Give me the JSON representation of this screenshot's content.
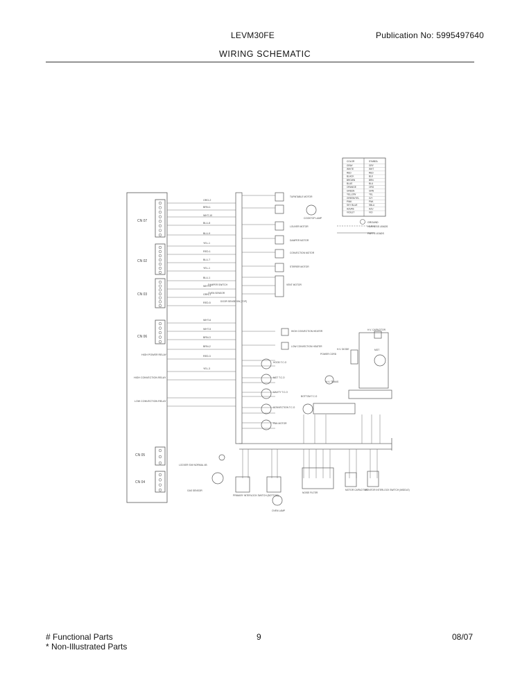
{
  "header": {
    "model": "LEVM30FE",
    "publication": "Publication No:  5995497640",
    "title": "WIRING SCHEMATIC"
  },
  "footer": {
    "functional_parts": "# Functional Parts",
    "non_illustrated": "* Non-Illustrated Parts",
    "page_number": "9",
    "date": "08/07"
  },
  "schematic": {
    "connectors": [
      "CN 07",
      "CN 02",
      "CN 03",
      "CN 06",
      "CN 05",
      "CN 04"
    ],
    "relays": [
      "HIGH POWER RELAY",
      "HIGH CONVECTION RELAY",
      "LOW CONVECTION RELAY"
    ],
    "components": [
      "TURNTABLE MOTOR",
      "COOKTOP LAMP",
      "LOUVER MOTOR",
      "DAMPER MOTOR",
      "CONVECTION MOTOR",
      "STIRRER MOTOR",
      "VENT MOTOR",
      "DAMPER SWITCH",
      "OVEN SENSOR",
      "DOOR SENSE SW (TOP)",
      "HIGH CONVECTION HEATER",
      "LOW CONVECTION HEATER",
      "HOOD T.C.O",
      "MGT T.C.O",
      "CAVITY T.C.O",
      "CONVECTION T.C.O",
      "FAN MOTOR",
      "POWER CORD",
      "H.V. CAPACITOR",
      "H.V. DIODE",
      "MGT",
      "H.V. TRANS",
      "BOTTOM T.C.O",
      "LOCKER S/W NORMAL 4B",
      "GAS SENSOR",
      "PRIMARY INTERLOCK SWITCH (BOTTOM)",
      "OVEN LAMP",
      "NOISE FILTER",
      "MOTOR CAPACITOR",
      "MONITOR INTERLOCK SWITCH (MIDDLE)"
    ],
    "wires": [
      "ORG-2",
      "BRN-1",
      "WHT-10",
      "BLU-8",
      "BLU-9",
      "YEL-1",
      "RED-1",
      "BLU-7",
      "YEL-1",
      "BLU-1",
      "WHT-4",
      "GRN-1",
      "RED-5",
      "WHT-6",
      "WHT-5",
      "BRN-3",
      "BRN-2",
      "RED-3",
      "YEL-3"
    ],
    "color_legend": {
      "headers": [
        "COLOR",
        "SYMBOL"
      ],
      "rows": [
        [
          "GRAY",
          "GRY"
        ],
        [
          "WHITE",
          "WHT"
        ],
        [
          "RED",
          "RED"
        ],
        [
          "BLACK",
          "BLK"
        ],
        [
          "BROWN",
          "BRN"
        ],
        [
          "BLUE",
          "BLU"
        ],
        [
          "ORANGE",
          "ORG"
        ],
        [
          "GREEN",
          "GRN"
        ],
        [
          "YELLOW",
          "YEL"
        ],
        [
          "GREEN/YEL",
          "G/Y"
        ],
        [
          "PINK",
          "PNK"
        ],
        [
          "SKY BLUE",
          "SBLU"
        ],
        [
          "AZURE",
          "AZU"
        ],
        [
          "VIOLET",
          "VIO"
        ]
      ],
      "ground": "GROUND",
      "harness": "HARNESS LEADS",
      "parts_leads": "PARTS LEADS"
    }
  }
}
